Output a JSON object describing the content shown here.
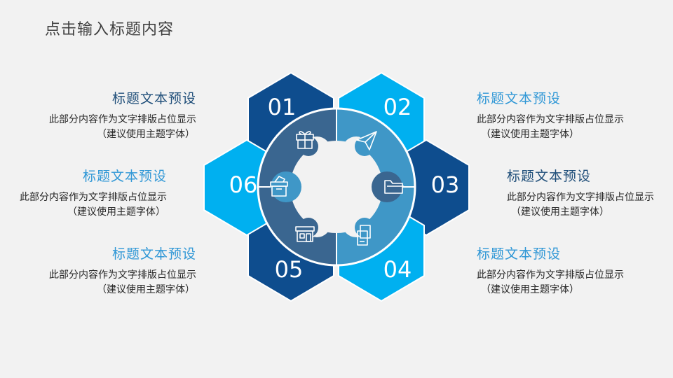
{
  "page": {
    "title": "点击输入标题内容"
  },
  "colors": {
    "dark": "#0e4d8e",
    "light": "#00b0f0",
    "ring_dark": "#3a6690",
    "ring_light": "#3f97c7",
    "heading_dark": "#1f4e79",
    "heading_light": "#2f97d6"
  },
  "segments": [
    {
      "number": "01",
      "icon": "gift-icon"
    },
    {
      "number": "02",
      "icon": "paper-plane-icon"
    },
    {
      "number": "03",
      "icon": "folder-icon"
    },
    {
      "number": "04",
      "icon": "documents-icon"
    },
    {
      "number": "05",
      "icon": "store-icon"
    },
    {
      "number": "06",
      "icon": "box-icon"
    }
  ],
  "blocks": [
    {
      "heading": "标题文本预设",
      "desc1": "此部分内容作为文字排版占位显示",
      "desc2": "（建议使用主题字体）"
    },
    {
      "heading": "标题文本预设",
      "desc1": "此部分内容作为文字排版占位显示",
      "desc2": "（建议使用主题字体）"
    },
    {
      "heading": "标题文本预设",
      "desc1": "此部分内容作为文字排版占位显示",
      "desc2": "（建议使用主题字体）"
    },
    {
      "heading": "标题文本预设",
      "desc1": "此部分内容作为文字排版占位显示",
      "desc2": "（建议使用主题字体）"
    },
    {
      "heading": "标题文本预设",
      "desc1": "此部分内容作为文字排版占位显示",
      "desc2": "（建议使用主题字体）"
    },
    {
      "heading": "标题文本预设",
      "desc1": "此部分内容作为文字排版占位显示",
      "desc2": "（建议使用主题字体）"
    }
  ]
}
